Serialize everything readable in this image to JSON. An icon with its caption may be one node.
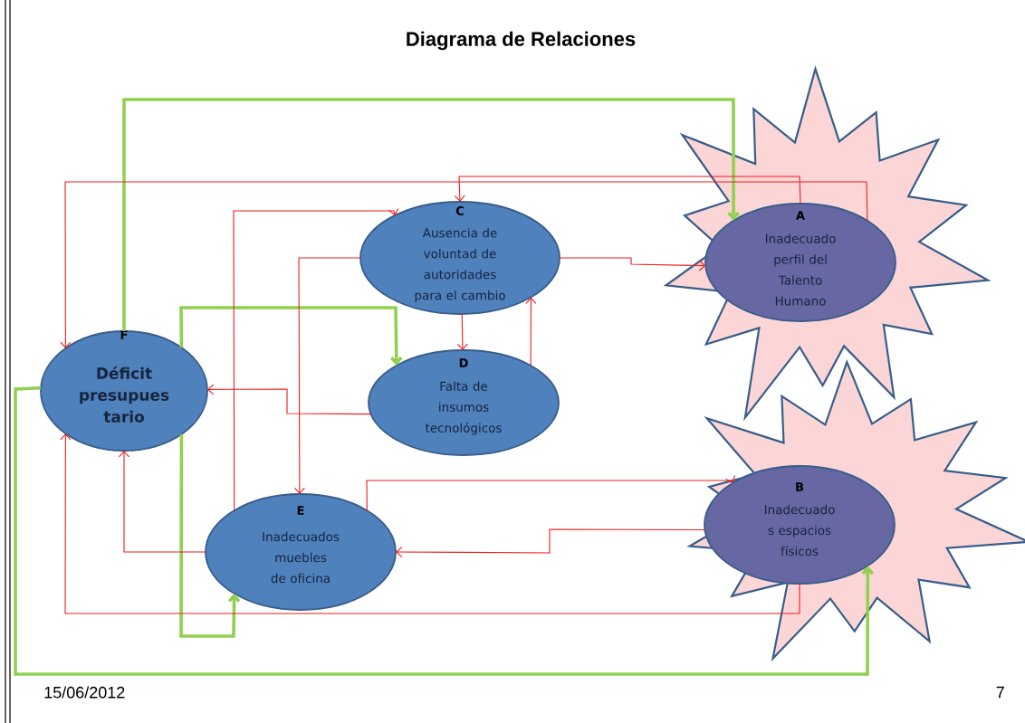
{
  "diagram": {
    "title": "Diagrama  de Relaciones",
    "nodes": [
      {
        "text": [
          "C",
          "Ausencia de voluntad de autoridades para el cambio"
        ]
      },
      {
        "text": [
          "A",
          "Inadecuado perfil del Talento Humano"
        ]
      },
      {
        "text": [
          "F",
          "Déficit presupues tario"
        ]
      },
      {
        "text": [
          "D",
          "Falta de insumos tecnológicos"
        ]
      },
      {
        "text": [
          "B",
          "Inadecuado s espacios físicos"
        ]
      },
      {
        "text": [
          "E",
          "Inadecuados muebles de oficina"
        ]
      }
    ],
    "edges": [
      {
        "from": 2,
        "to": 1,
        "arrow": "to",
        "style": "thick",
        "color": "#92d050"
      },
      {
        "from": 2,
        "to": 3,
        "arrow": "to",
        "style": "thick",
        "color": "#92d050"
      },
      {
        "from": 2,
        "to": 5,
        "arrow": "to",
        "style": "thick",
        "color": "#92d050"
      },
      {
        "from": 2,
        "to": 4,
        "arrow": "to",
        "style": "thick",
        "color": "#92d050"
      },
      {
        "from": 1,
        "to": 0,
        "arrow": "to"
      },
      {
        "from": 1,
        "to": 2,
        "arrow": "to"
      },
      {
        "from": 0,
        "to": 1,
        "arrow": "to"
      },
      {
        "from": 0,
        "to": 3,
        "arrow": "to"
      },
      {
        "from": 3,
        "to": 0,
        "arrow": "to"
      },
      {
        "from": 3,
        "to": 2,
        "arrow": "to"
      },
      {
        "from": 0,
        "to": 5,
        "arrow": "to"
      },
      {
        "from": 5,
        "to": 0,
        "arrow": "to"
      },
      {
        "from": 5,
        "to": 2,
        "arrow": "to"
      },
      {
        "from": 5,
        "to": 4,
        "arrow": "to"
      },
      {
        "from": 4,
        "to": 5,
        "arrow": "to"
      },
      {
        "from": 4,
        "to": 2,
        "arrow": "to"
      }
    ],
    "labels": [
      "15/06/2012",
      "7"
    ]
  }
}
